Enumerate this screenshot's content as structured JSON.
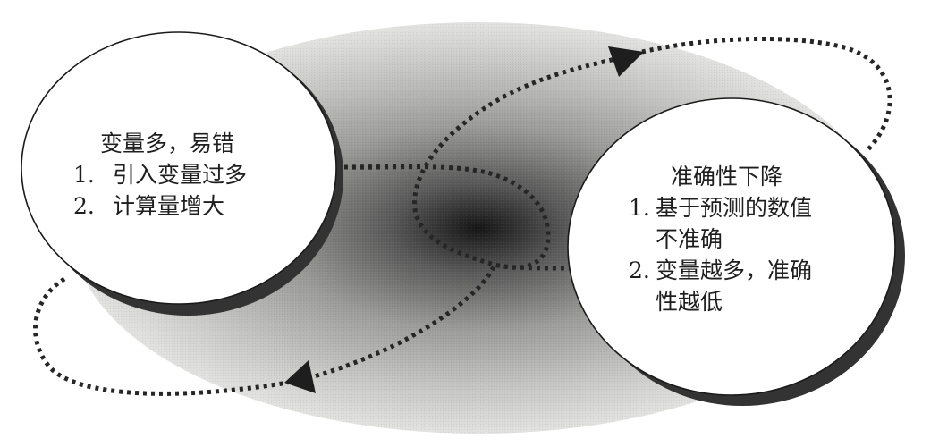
{
  "diagram": {
    "type": "cycle",
    "colors": {
      "background": "#ffffff",
      "ellipse_edge": "#e2e2e0",
      "ellipse_center": "#1a1a1a",
      "node_fill": "#ffffff",
      "node_outline": "#1a1a1a",
      "node_shadow": "#3a3a3a",
      "arrow": "#2a2a2a"
    },
    "nodes": [
      {
        "id": "left",
        "title": "变量多，易错",
        "items": [
          {
            "num": "1.",
            "lines": [
              "引入变量过多"
            ]
          },
          {
            "num": "2.",
            "lines": [
              "计算量增大"
            ]
          }
        ]
      },
      {
        "id": "right",
        "title": "准确性下降",
        "items": [
          {
            "num": "1.",
            "lines": [
              "基于预测的数值",
              "不准确"
            ]
          },
          {
            "num": "2.",
            "lines": [
              "变量越多，准确",
              "性越低"
            ]
          }
        ]
      }
    ],
    "edges": [
      {
        "from": "left",
        "to": "right",
        "style": "dotted",
        "arrowhead": "triangle",
        "path": "upper loop through center"
      },
      {
        "from": "right",
        "to": "left",
        "style": "dotted",
        "arrowhead": "triangle",
        "path": "lower loop through center"
      }
    ]
  }
}
